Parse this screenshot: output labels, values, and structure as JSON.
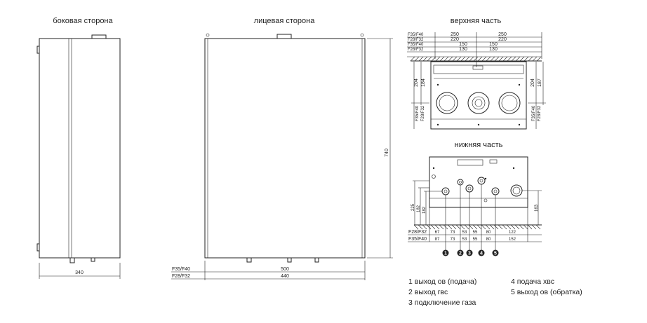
{
  "views": {
    "side": {
      "title": "боковая сторона",
      "width_dim": "340"
    },
    "front": {
      "title": "лицевая сторона",
      "height_dim": "740",
      "width_rows": [
        {
          "model": "F35/F40",
          "value": "500"
        },
        {
          "model": "F28/F32",
          "value": "440"
        }
      ]
    },
    "top": {
      "title": "верхняя часть",
      "model_rows": [
        "F35/F40",
        "F28/F32",
        "F35/F40",
        "F28/F32"
      ],
      "dims_left": [
        "250",
        "220",
        "150",
        "130"
      ],
      "dims_right": [
        "250",
        "220",
        "150",
        "130"
      ],
      "depth_left": "204",
      "depth_left_b": "184",
      "depth_right": "204",
      "depth_right_b": "187",
      "side_label_a": "F35/F40",
      "side_label_b": "F28/F32"
    },
    "bottom": {
      "title": "нижняя часть",
      "heights_left": [
        "225",
        "182",
        "182"
      ],
      "height_right": "163",
      "rows": [
        {
          "model": "F28/F32",
          "values": [
            "67",
            "73",
            "53",
            "55",
            "80",
            "122"
          ]
        },
        {
          "model": "F35/F40",
          "values": [
            "87",
            "73",
            "53",
            "55",
            "80",
            "152"
          ]
        }
      ],
      "markers": [
        "1",
        "2",
        "3",
        "4",
        "5"
      ]
    }
  },
  "legend": {
    "col1": [
      "1 выход ов (подача)",
      "2 выход гвс",
      "3 подключение газа"
    ],
    "col2": [
      "4 подача хвс",
      "5 выход ов (обратка)"
    ]
  }
}
